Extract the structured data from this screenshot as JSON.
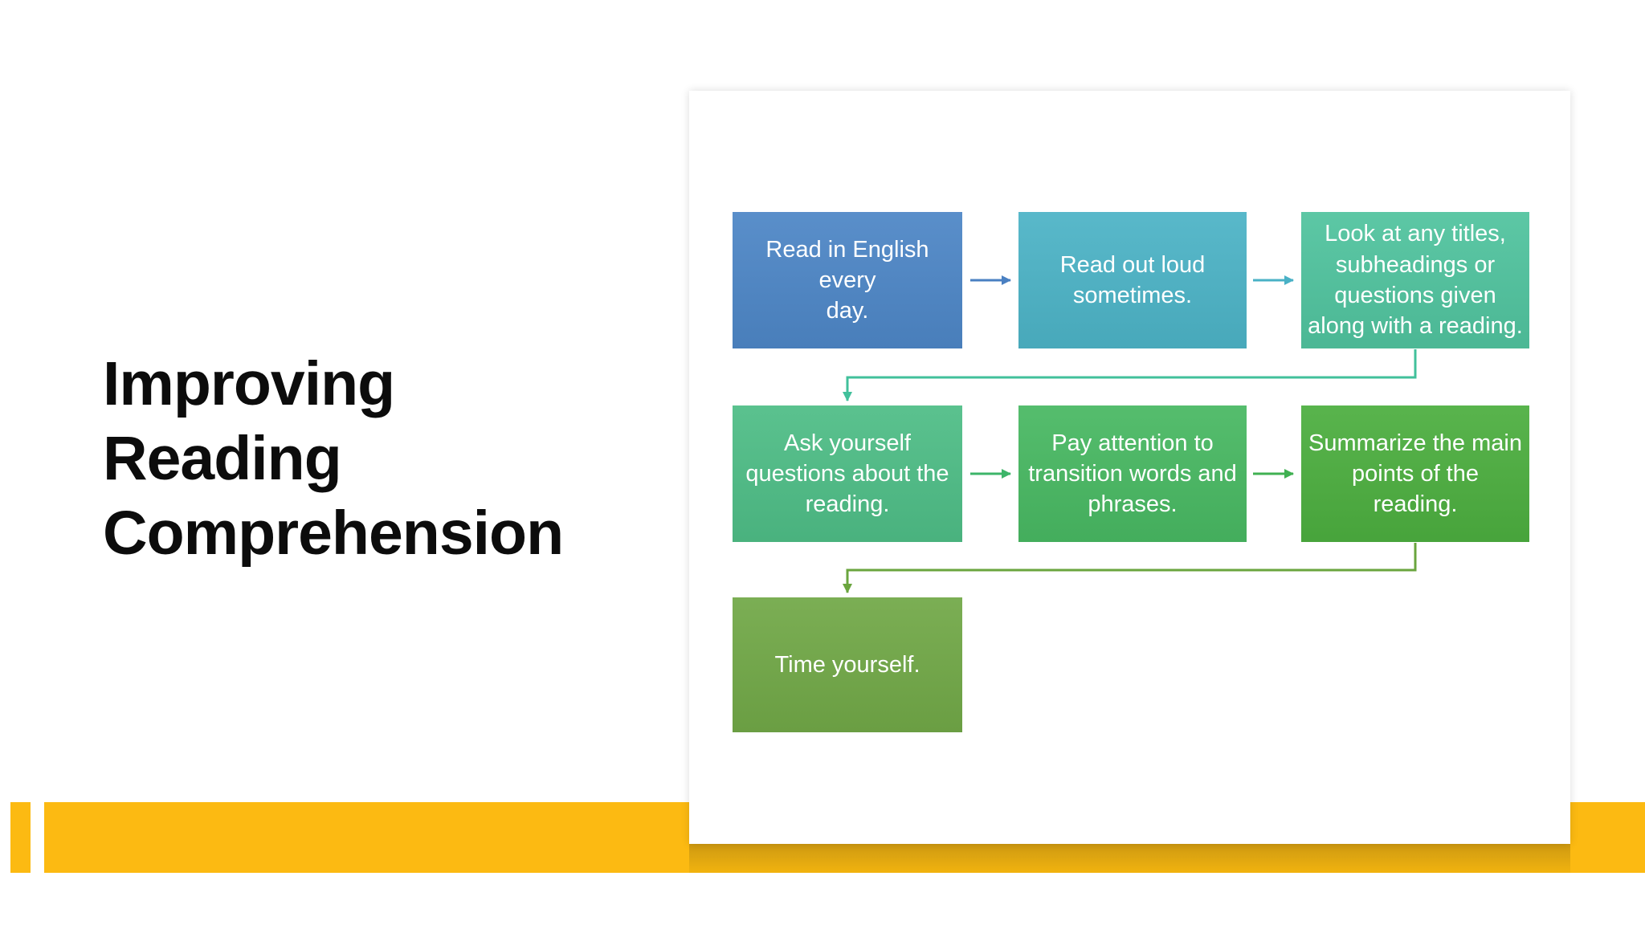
{
  "slide": {
    "title": "Improving Reading Comprehension",
    "title_color": "#0c0c0c",
    "background": "#ffffff",
    "accent_color": "#fcba12"
  },
  "diagram": {
    "type": "process-flow",
    "steps": [
      {
        "label": "Read in English every\nday.",
        "color": "#4d86c6"
      },
      {
        "label": "Read out loud\nsometimes.",
        "color": "#4cb3c6"
      },
      {
        "label": "Look at any titles,\nsubheadings or\nquestions given\nalong with a reading.",
        "color": "#50c39e"
      },
      {
        "label": "Ask yourself\nquestions about the\nreading.",
        "color": "#4ebd86"
      },
      {
        "label": "Pay attention to\ntransition words and\nphrases.",
        "color": "#48b862"
      },
      {
        "label": "Summarize the main\npoints of the\nreading.",
        "color": "#4cae3f"
      },
      {
        "label": "Time yourself.",
        "color": "#71a847"
      }
    ],
    "connectors": [
      {
        "from": 1,
        "to": 2,
        "color": "#4a80c2"
      },
      {
        "from": 2,
        "to": 3,
        "color": "#49b1c6"
      },
      {
        "from": 3,
        "to": 4,
        "color": "#41c09b"
      },
      {
        "from": 4,
        "to": 5,
        "color": "#3db569"
      },
      {
        "from": 5,
        "to": 6,
        "color": "#40b152"
      },
      {
        "from": 6,
        "to": 7,
        "color": "#6aa53e"
      }
    ]
  }
}
